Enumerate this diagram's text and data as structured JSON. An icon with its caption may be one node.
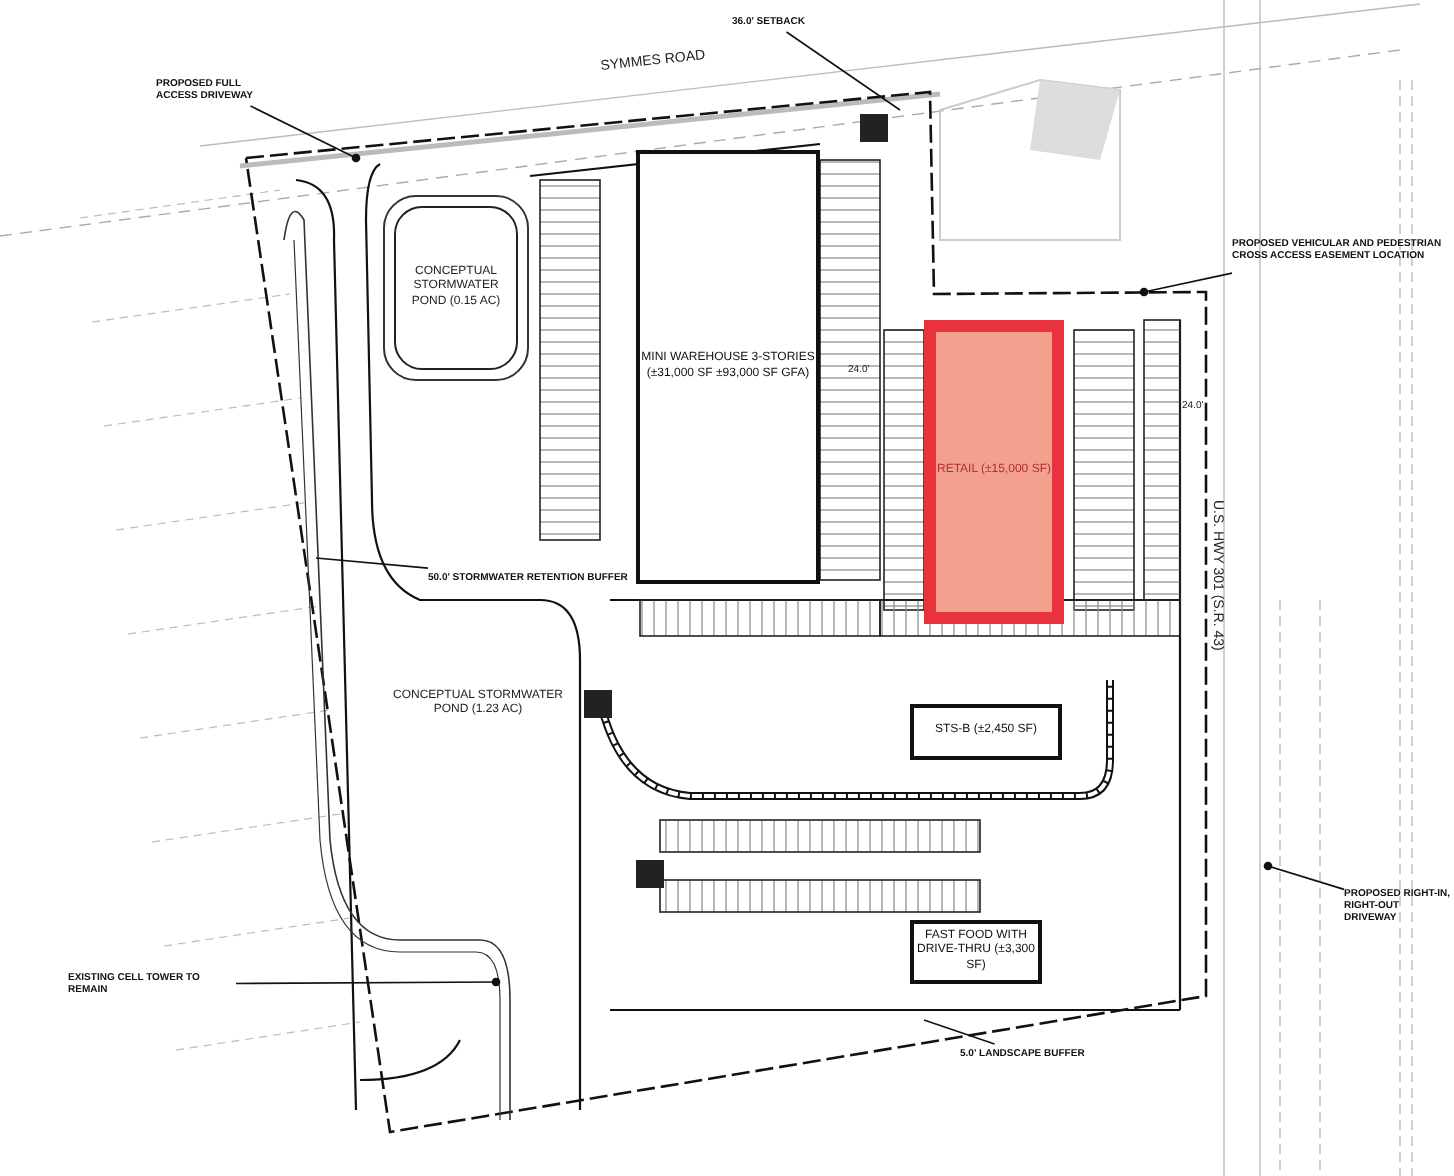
{
  "diagram": {
    "nodes": [
      {
        "text": [
          "CONCEPTUAL STORMWATER POND (0.15 AC)"
        ]
      },
      {
        "text": [
          "MINI WAREHOUSE 3-STORIES (±31,000 SF ±93,000 SF GFA)"
        ]
      },
      {
        "text": [
          "RETAIL (±15,000 SF)"
        ]
      },
      {
        "text": [
          "CONCEPTUAL STORMWATER POND (1.23 AC)"
        ]
      },
      {
        "text": [
          "STS-B (±2,450 SF)"
        ]
      },
      {
        "text": [
          "FAST FOOD WITH DRIVE-THRU (±3,300 SF)"
        ]
      },
      {
        "text": [
          "PROPOSED FULL ACCESS DRIVEWAY"
        ]
      },
      {
        "text": [
          "36.0' SETBACK"
        ]
      },
      {
        "text": [
          "PROPOSED VEHICULAR AND PEDESTRIAN CROSS ACCESS EASEMENT LOCATION"
        ]
      },
      {
        "text": [
          "50.0' STORMWATER RETENTION BUFFER"
        ]
      },
      {
        "text": [
          "EXISTING CELL TOWER TO REMAIN"
        ]
      },
      {
        "text": [
          "PROPOSED RIGHT-IN, RIGHT-OUT DRIVEWAY"
        ]
      },
      {
        "text": [
          "5.0' LANDSCAPE BUFFER"
        ]
      }
    ],
    "edges": [
      {
        "from": 6,
        "to": null,
        "arrow": "other"
      },
      {
        "from": 7,
        "to": null,
        "arrow": "none"
      },
      {
        "from": 8,
        "to": null,
        "arrow": "other"
      },
      {
        "from": 9,
        "to": null,
        "arrow": "none"
      },
      {
        "from": 10,
        "to": null,
        "arrow": "other"
      },
      {
        "from": 11,
        "to": null,
        "arrow": "other"
      },
      {
        "from": 12,
        "to": null,
        "arrow": "none"
      }
    ],
    "labels": [
      "SYMMES ROAD",
      "U.S. HWY 301 (S.R. 43)",
      "24.0'",
      "24.0'"
    ]
  }
}
